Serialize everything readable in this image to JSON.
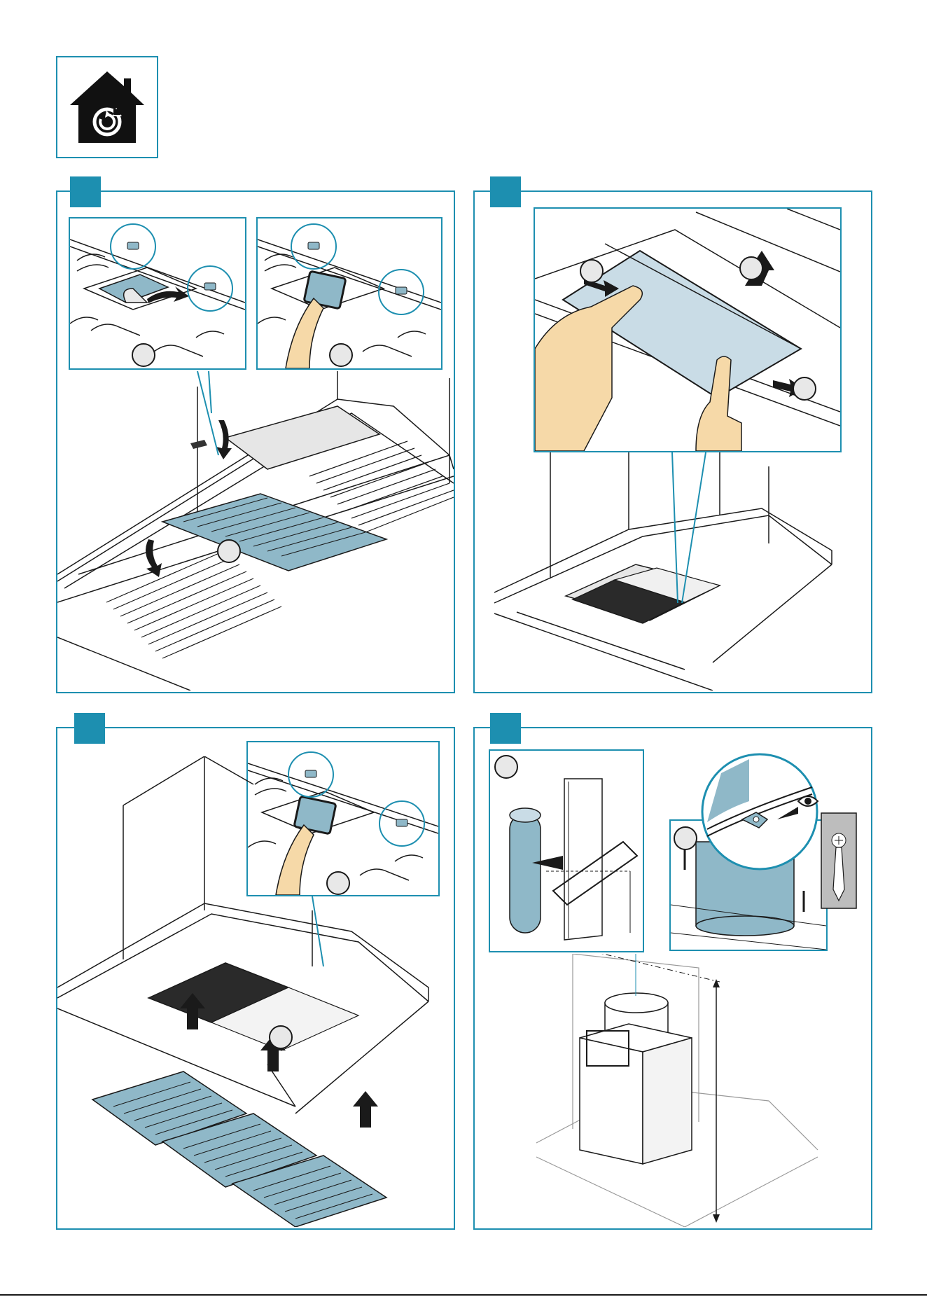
{
  "colors": {
    "accent": "#1d8fb0",
    "filter_blue": "#8fb8c8",
    "filter_light": "#c9dce6",
    "line": "#1a1a1a",
    "skin": "#f6d9a8",
    "dark_filter": "#2a2a2a"
  },
  "header_icon": {
    "name": "house-refresh-icon"
  },
  "panels": [
    {
      "id": "panel-1",
      "label": ""
    },
    {
      "id": "panel-2",
      "label": ""
    },
    {
      "id": "panel-3",
      "label": ""
    },
    {
      "id": "panel-4",
      "label": ""
    }
  ],
  "footer": {
    "text": ""
  }
}
